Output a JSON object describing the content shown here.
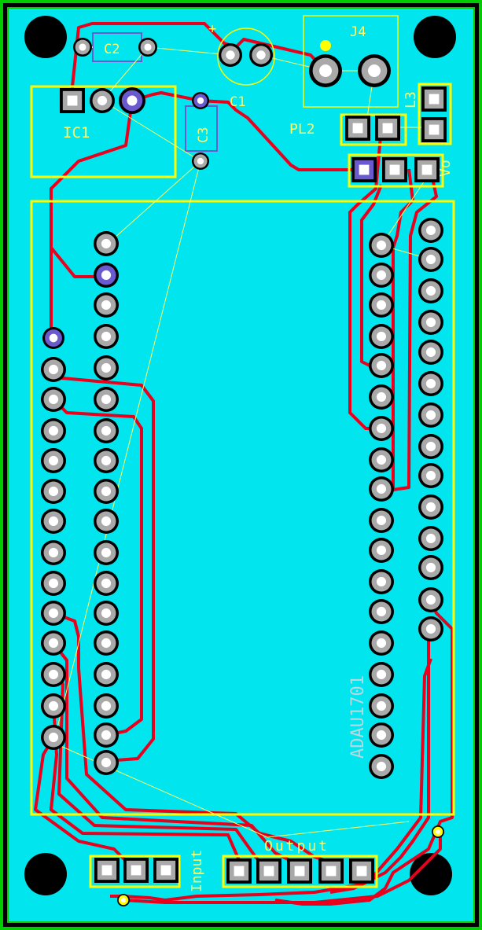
{
  "board": {
    "colors": {
      "background": "#000000",
      "outline": "#00cc00",
      "copper_pour": "#00e5ee",
      "trace": "#e8001c",
      "silkscreen": "#ffff00",
      "pad_ring": "#a9a9a9",
      "via_ring": "#6a5acd",
      "ratsnest": "#ffff66"
    },
    "labels": {
      "c2": "C2",
      "c1": "C1",
      "c3": "C3",
      "ic1": "IC1",
      "j4": "J4",
      "pl2": "PL2",
      "l3": "L3",
      "vo": "Vo",
      "plus": "+",
      "adau": "ADAU1701",
      "input": "Input",
      "output": "Output"
    }
  }
}
